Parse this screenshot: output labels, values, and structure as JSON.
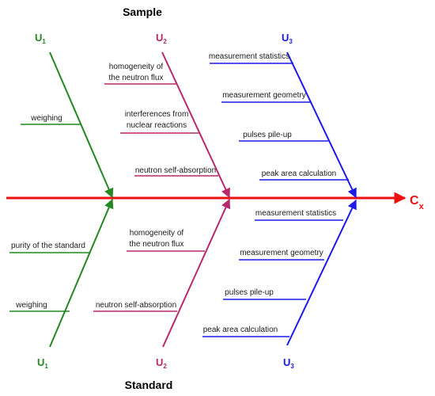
{
  "headings": {
    "top": "Sample",
    "bottom": "Standard"
  },
  "effect": {
    "main": "C",
    "sub": "x"
  },
  "colors": {
    "spine": "#ee1111",
    "green": "#228822",
    "magenta": "#b8286a",
    "blue": "#1a1aee"
  },
  "categories": {
    "top": [
      {
        "main": "U",
        "sub": "1",
        "causes": [
          "weighing"
        ]
      },
      {
        "main": "U",
        "sub": "2",
        "causes": [
          "homogeneity of",
          "the neutron flux",
          "interferences from",
          "nuclear reactions",
          "neutron self-absorption"
        ]
      },
      {
        "main": "U",
        "sub": "3",
        "causes": [
          "measurement statistics",
          "measurement geometry",
          "pulses pile-up",
          "peak area calculation"
        ]
      }
    ],
    "bottom": [
      {
        "main": "U",
        "sub": "1",
        "causes": [
          "purity of the standard",
          "weighing"
        ]
      },
      {
        "main": "U",
        "sub": "2",
        "causes": [
          "homogeneity of",
          "the neutron flux",
          "neutron self-absorption"
        ]
      },
      {
        "main": "U",
        "sub": "3",
        "causes": [
          "measurement statistics",
          "measurement geometry",
          "pulses pile-up",
          "peak area calculation"
        ]
      }
    ]
  }
}
